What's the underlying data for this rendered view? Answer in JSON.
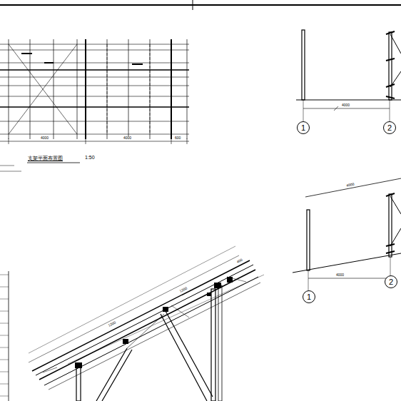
{
  "diagram": {
    "nodes": [
      {
        "text": [
          "1"
        ]
      },
      {
        "text": [
          "2"
        ]
      },
      {
        "text": [
          "1"
        ]
      },
      {
        "text": [
          "2"
        ]
      }
    ],
    "labels": [
      "支架平面布置图",
      "1:50",
      "4000",
      "4000",
      "600",
      "4000",
      "4000",
      "4000",
      "1200",
      "1200",
      "400"
    ]
  }
}
